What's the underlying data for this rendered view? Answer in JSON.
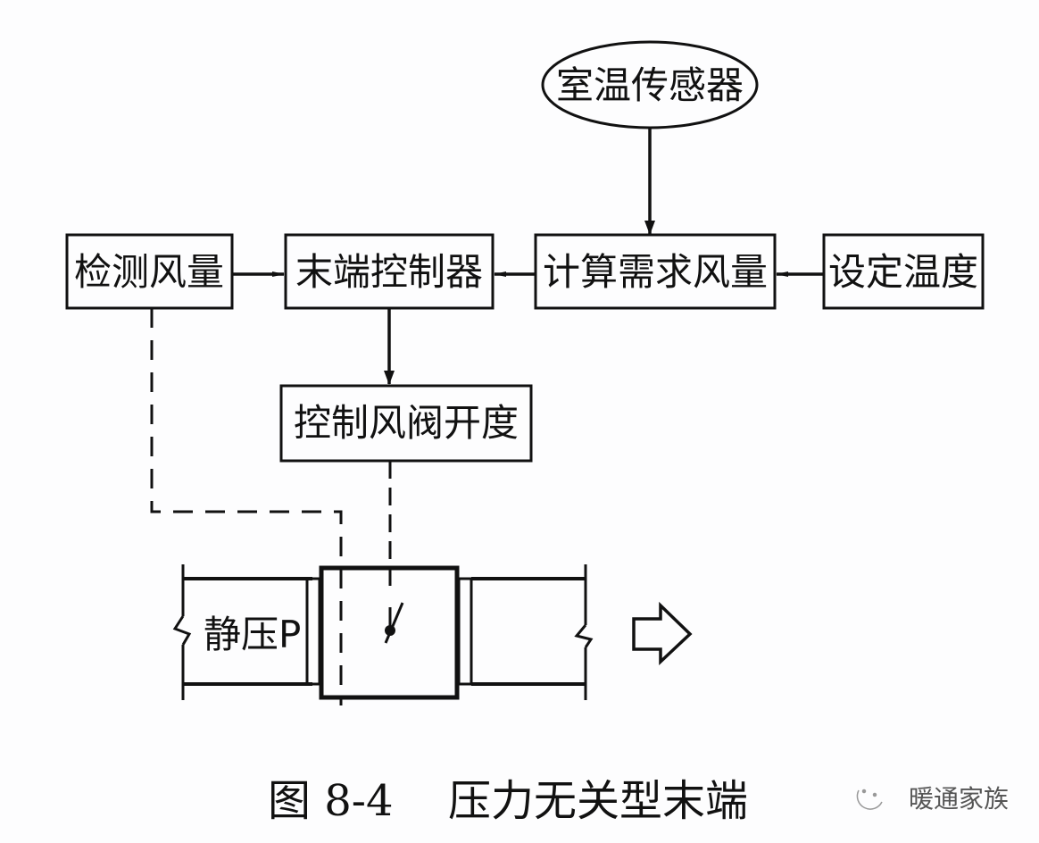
{
  "figure": {
    "caption_number": "图 8-4",
    "caption_title": "压力无关型末端",
    "watermark": "暖通家族",
    "watermark_icon": "wechat-icon"
  },
  "nodes": {
    "room_sensor": "室温传感器",
    "detect_airflow": "检测风量",
    "terminal_controller": "末端控制器",
    "calc_demand": "计算需求风量",
    "set_temp": "设定温度",
    "damper_opening": "控制风阀开度"
  },
  "duct": {
    "static_pressure_label": "静压P",
    "flow_direction_icon": "arrow-right-outline-icon"
  },
  "edges": [
    {
      "from": "room_sensor",
      "to": "calc_demand",
      "style": "solid-arrow"
    },
    {
      "from": "set_temp",
      "to": "calc_demand",
      "style": "solid-arrow"
    },
    {
      "from": "calc_demand",
      "to": "terminal_controller",
      "style": "solid-arrow"
    },
    {
      "from": "detect_airflow",
      "to": "terminal_controller",
      "style": "solid-arrow"
    },
    {
      "from": "terminal_controller",
      "to": "damper_opening",
      "style": "solid-arrow"
    },
    {
      "from": "detect_airflow",
      "to": "duct_sensor",
      "style": "dashed"
    },
    {
      "from": "damper_opening",
      "to": "damper_blade",
      "style": "dashed"
    }
  ]
}
